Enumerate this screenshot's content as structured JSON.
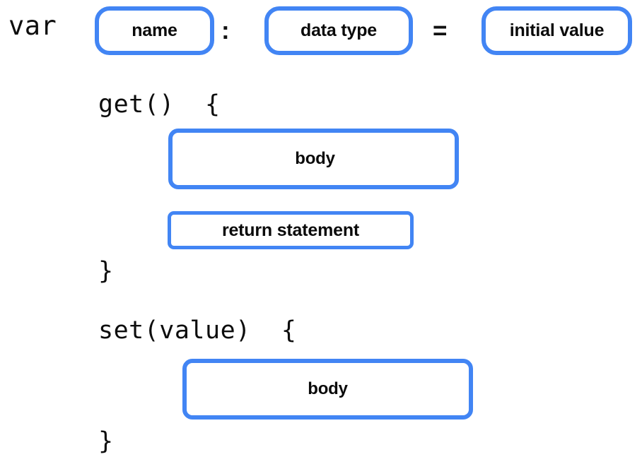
{
  "page": {
    "title": "Kotlin property declaration syntax diagram",
    "background_color": "#ffffff",
    "accent_color": "#4285f4",
    "text_color": "#0a0a0a"
  },
  "declaration_line": {
    "keyword": "var",
    "colon": ":",
    "equals": "=",
    "placeholders": [
      {
        "label": "name"
      },
      {
        "label": "data type"
      },
      {
        "label": "initial value"
      }
    ]
  },
  "getter": {
    "header": "get()  {",
    "body_placeholder": "body",
    "return_placeholder": "return statement",
    "closing_brace": "}"
  },
  "setter": {
    "header": "set(value)  {",
    "body_placeholder": "body",
    "closing_brace": "}"
  }
}
